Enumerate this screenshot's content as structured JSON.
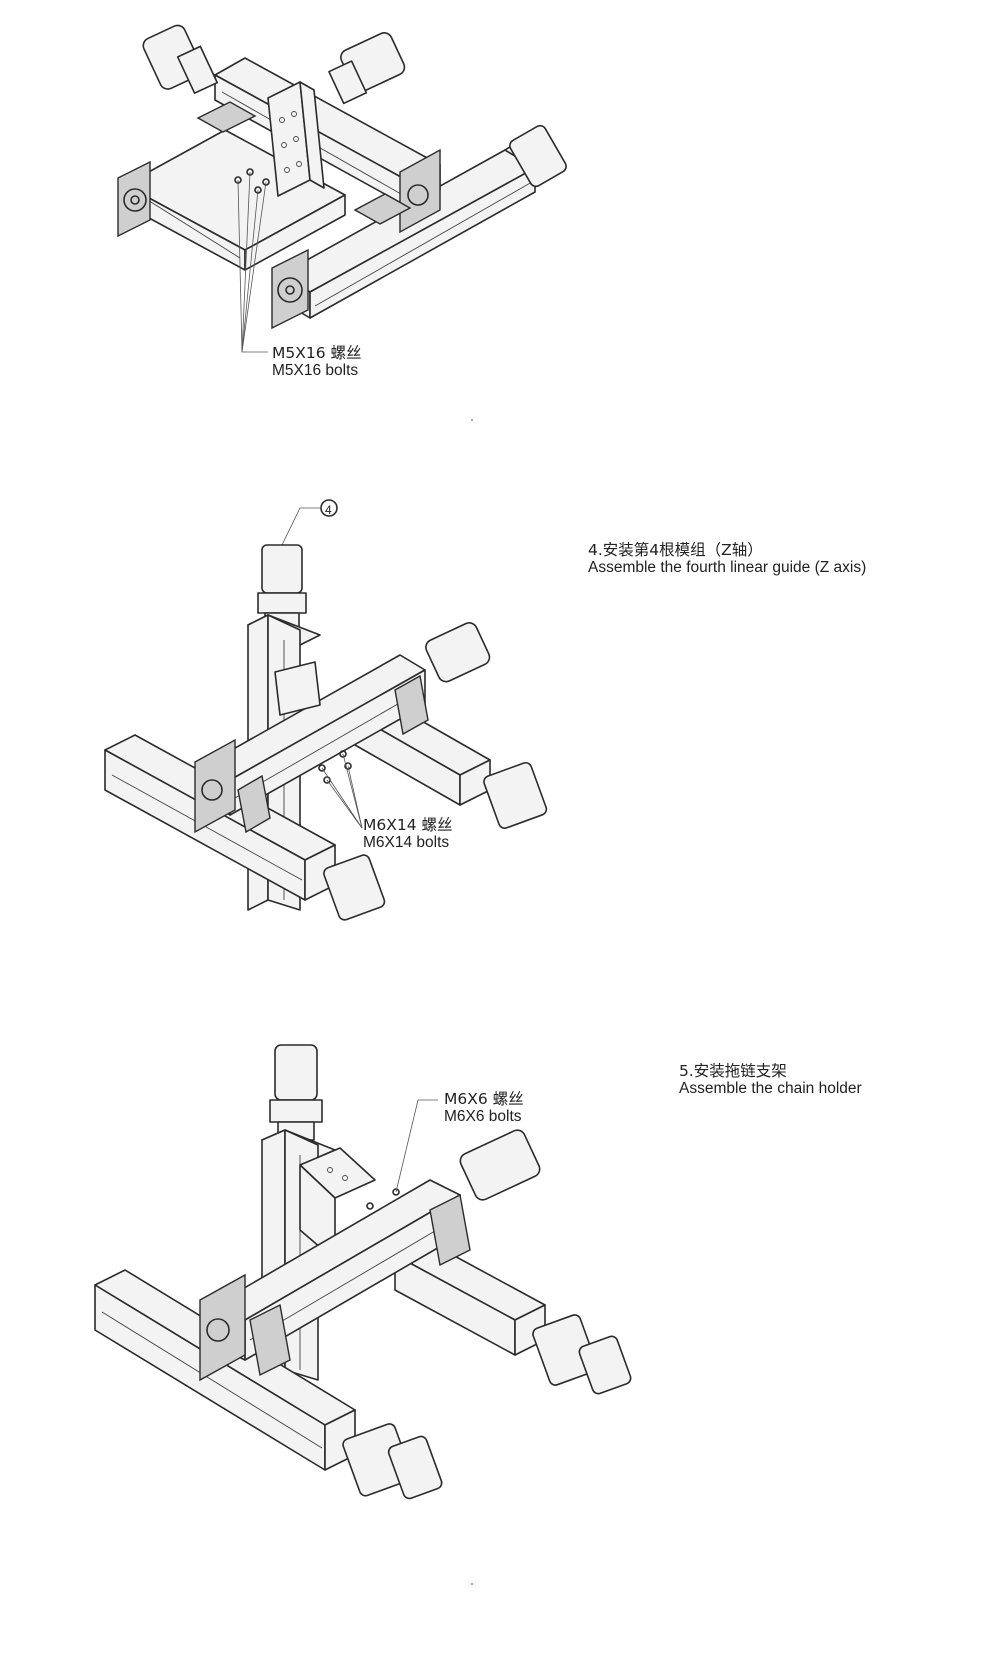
{
  "figure1": {
    "callout_zh": "M5X16 螺丝",
    "callout_en": "M5X16 bolts"
  },
  "figure2": {
    "balloon": "4",
    "step_zh": "4.安装第4根模组（Z轴）",
    "step_en": "Assemble the fourth linear guide (Z axis)",
    "callout_zh": "M6X14 螺丝",
    "callout_en": "M6X14 bolts"
  },
  "figure3": {
    "step_zh": "5.安装拖链支架",
    "step_en": "Assemble the chain holder",
    "callout_zh": "M6X6 螺丝",
    "callout_en": "M6X6 bolts"
  },
  "colors": {
    "line": "#2b2b2b",
    "fill": "#f3f3f3",
    "shade": "#cfcfcf"
  }
}
